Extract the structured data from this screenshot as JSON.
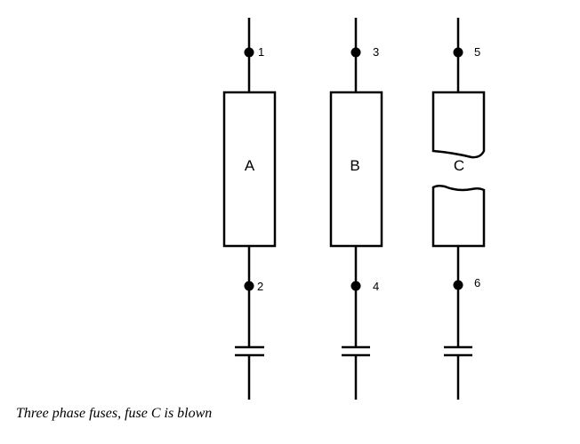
{
  "caption": "Three phase fuses, fuse C is blown",
  "fuses": [
    {
      "label": "A",
      "blown": false,
      "top_terminal": "1",
      "bottom_terminal": "2"
    },
    {
      "label": "B",
      "blown": false,
      "top_terminal": "3",
      "bottom_terminal": "4"
    },
    {
      "label": "C",
      "blown": true,
      "top_terminal": "5",
      "bottom_terminal": "6"
    }
  ],
  "colors": {
    "stroke": "#000000",
    "background": "#ffffff"
  }
}
